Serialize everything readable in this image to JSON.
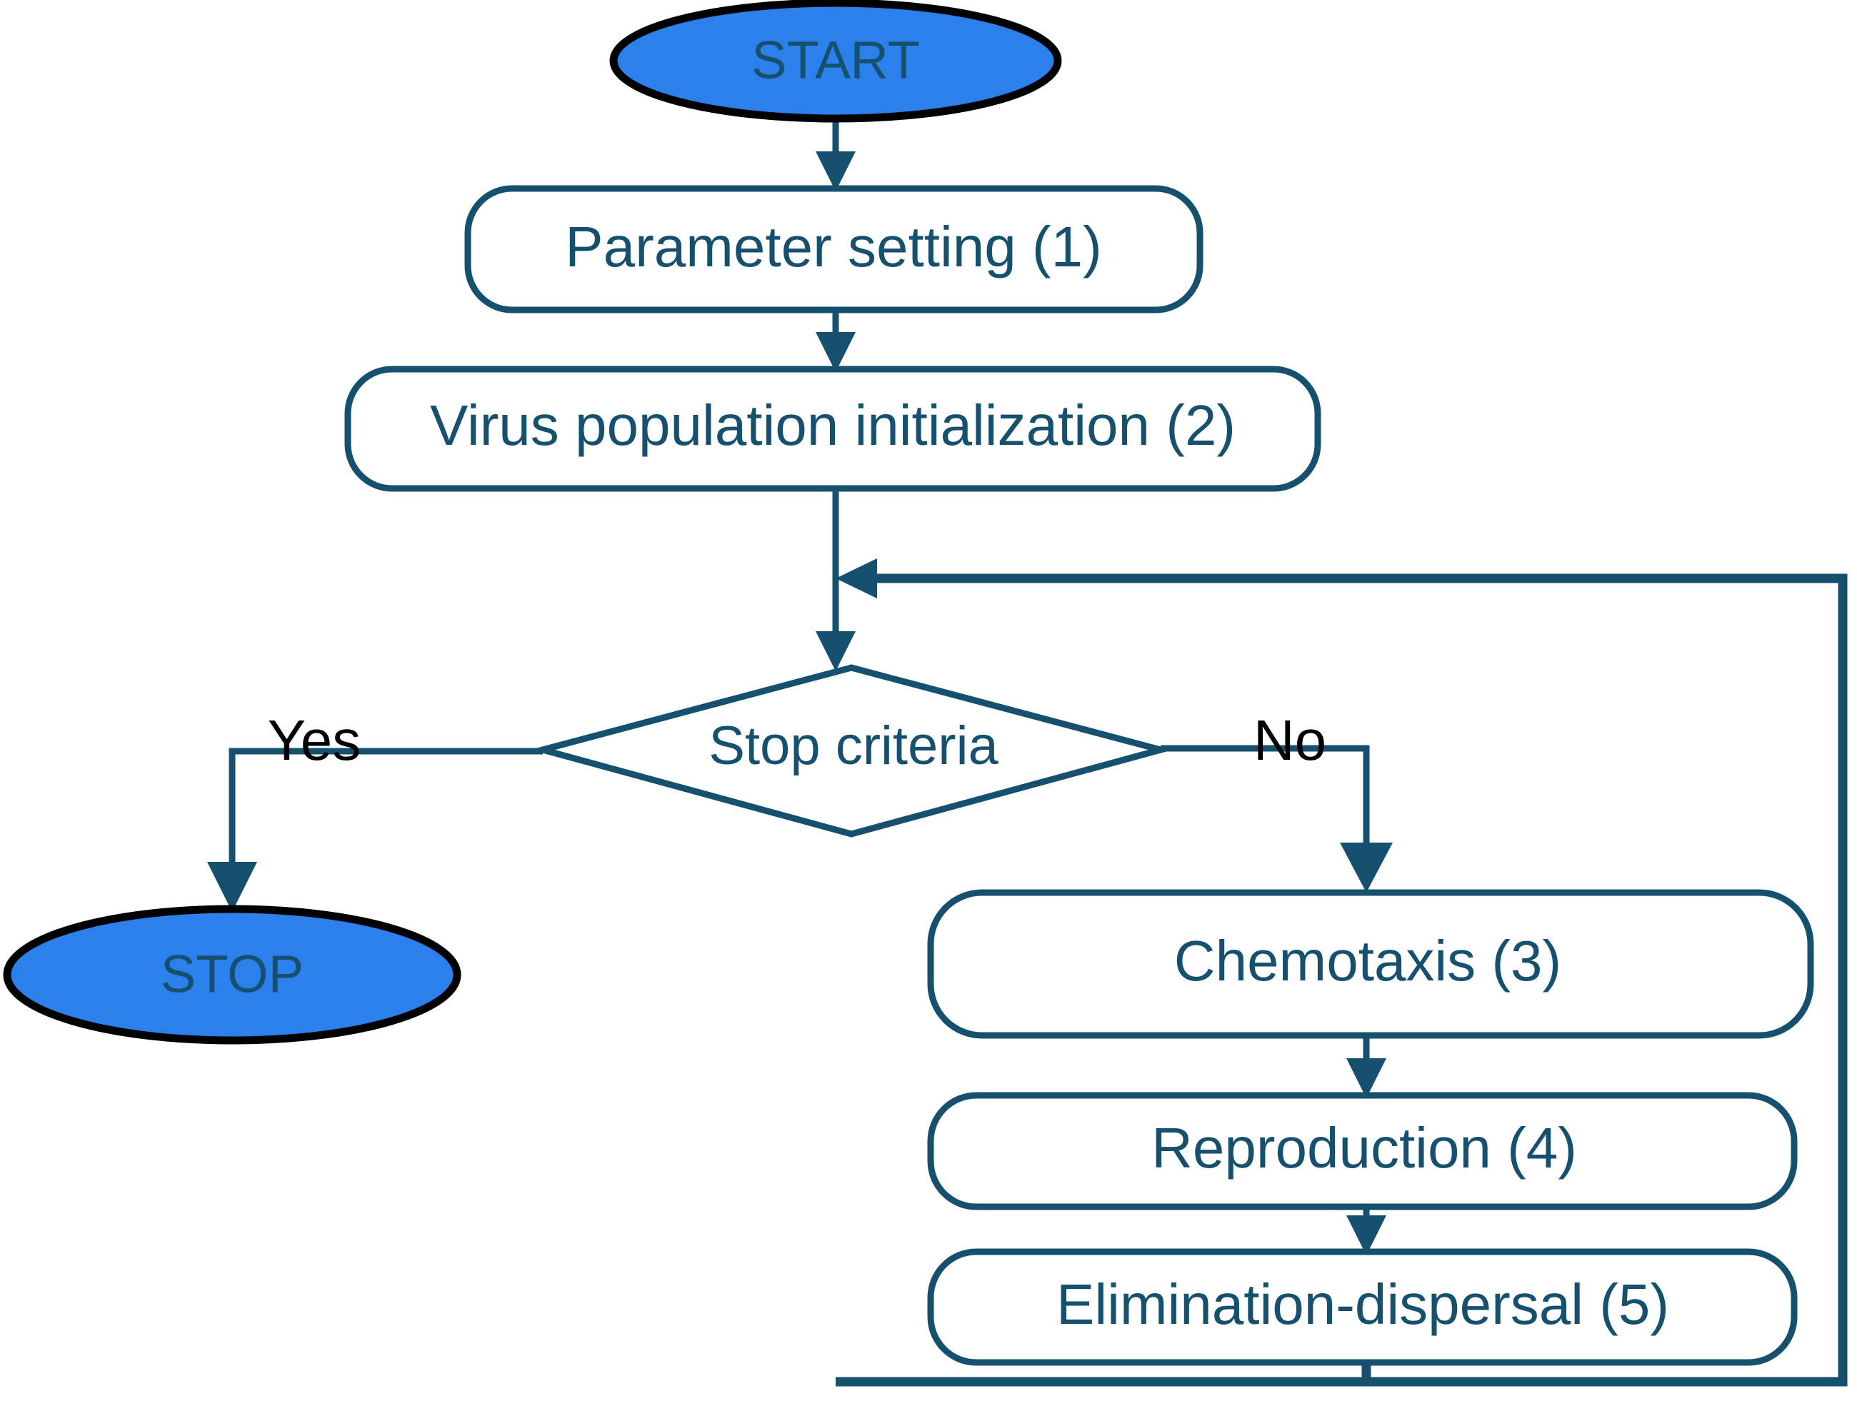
{
  "diagram": {
    "title": "Virus Colony Search algorithm flowchart",
    "colors": {
      "terminal_fill": "#2B80EB",
      "terminal_stroke": "#000000",
      "process_stroke": "#15506F",
      "text_blue": "#15506F",
      "label_black": "#000000",
      "background": "#FFFFFF"
    },
    "nodes": [
      {
        "id": "start",
        "type": "terminal",
        "label": "START"
      },
      {
        "id": "param",
        "type": "process",
        "label": "Parameter setting (1)"
      },
      {
        "id": "init",
        "type": "process",
        "label": "Virus population initialization (2)"
      },
      {
        "id": "decision",
        "type": "decision",
        "label": "Stop criteria"
      },
      {
        "id": "stop",
        "type": "terminal",
        "label": "STOP"
      },
      {
        "id": "chemotaxis",
        "type": "process",
        "label": "Chemotaxis (3)"
      },
      {
        "id": "reproduction",
        "type": "process",
        "label": "Reproduction (4)"
      },
      {
        "id": "elimination",
        "type": "process",
        "label": "Elimination-dispersal (5)"
      }
    ],
    "edges": [
      {
        "from": "start",
        "to": "param",
        "label": ""
      },
      {
        "from": "param",
        "to": "init",
        "label": ""
      },
      {
        "from": "init",
        "to": "decision",
        "label": ""
      },
      {
        "from": "decision",
        "to": "stop",
        "label": "Yes"
      },
      {
        "from": "decision",
        "to": "chemotaxis",
        "label": "No"
      },
      {
        "from": "chemotaxis",
        "to": "reproduction",
        "label": ""
      },
      {
        "from": "reproduction",
        "to": "elimination",
        "label": ""
      },
      {
        "from": "elimination",
        "to": "decision",
        "label": ""
      }
    ],
    "edge_labels": {
      "yes": "Yes",
      "no": "No"
    }
  }
}
